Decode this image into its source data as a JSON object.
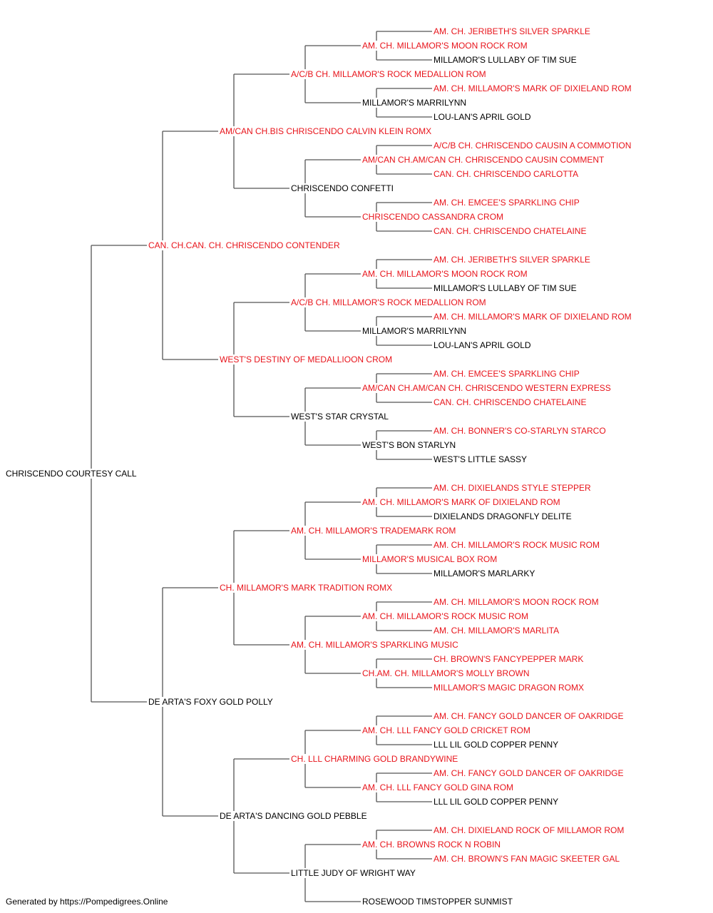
{
  "colors": {
    "champion": "#e8141b",
    "non_champion": "#000000",
    "line": "#555555"
  },
  "footer": "Generated by https://Pompedigrees.Online",
  "pedigree": {
    "name": "CHRISCENDO COURTESY CALL",
    "champion": false,
    "sire": {
      "name": "CAN. CH.CAN. CH. CHRISCENDO CONTENDER",
      "champion": true,
      "sire": {
        "name": "AM/CAN CH.BIS CHRISCENDO CALVIN KLEIN ROMX",
        "champion": true,
        "sire": {
          "name": "A/C/B CH. MILLAMOR'S ROCK MEDALLION ROM",
          "champion": true,
          "sire": {
            "name": "AM. CH. MILLAMOR'S MOON ROCK ROM",
            "champion": true,
            "sire": {
              "name": "AM. CH. JERIBETH'S SILVER SPARKLE",
              "champion": true
            },
            "dam": {
              "name": "MILLAMOR'S LULLABY OF TIM SUE",
              "champion": false
            }
          },
          "dam": {
            "name": "MILLAMOR'S MARRILYNN",
            "champion": false,
            "sire": {
              "name": "AM. CH. MILLAMOR'S MARK OF DIXIELAND ROM",
              "champion": true
            },
            "dam": {
              "name": "LOU-LAN'S APRIL GOLD",
              "champion": false
            }
          }
        },
        "dam": {
          "name": "CHRISCENDO CONFETTI",
          "champion": false,
          "sire": {
            "name": "AM/CAN CH.AM/CAN CH. CHRISCENDO CAUSIN COMMENT",
            "champion": true,
            "sire": {
              "name": "A/C/B CH. CHRISCENDO CAUSIN A COMMOTION",
              "champion": true
            },
            "dam": {
              "name": "CAN. CH. CHRISCENDO CARLOTTA",
              "champion": true
            }
          },
          "dam": {
            "name": "CHRISCENDO CASSANDRA CROM",
            "champion": true,
            "sire": {
              "name": "AM. CH. EMCEE'S SPARKLING CHIP",
              "champion": true
            },
            "dam": {
              "name": "CAN. CH. CHRISCENDO CHATELAINE",
              "champion": true
            }
          }
        }
      },
      "dam": {
        "name": "WEST'S DESTINY OF MEDALLIOON CROM",
        "champion": true,
        "sire": {
          "name": "A/C/B CH. MILLAMOR'S ROCK MEDALLION ROM",
          "champion": true,
          "sire": {
            "name": "AM. CH. MILLAMOR'S MOON ROCK ROM",
            "champion": true,
            "sire": {
              "name": "AM. CH. JERIBETH'S SILVER SPARKLE",
              "champion": true
            },
            "dam": {
              "name": "MILLAMOR'S LULLABY OF TIM SUE",
              "champion": false
            }
          },
          "dam": {
            "name": "MILLAMOR'S MARRILYNN",
            "champion": false,
            "sire": {
              "name": "AM. CH. MILLAMOR'S MARK OF DIXIELAND ROM",
              "champion": true
            },
            "dam": {
              "name": "LOU-LAN'S APRIL GOLD",
              "champion": false
            }
          }
        },
        "dam": {
          "name": "WEST'S STAR CRYSTAL",
          "champion": false,
          "sire": {
            "name": "AM/CAN CH.AM/CAN CH. CHRISCENDO WESTERN EXPRESS",
            "champion": true,
            "sire": {
              "name": "AM. CH. EMCEE'S SPARKLING CHIP",
              "champion": true
            },
            "dam": {
              "name": "CAN. CH. CHRISCENDO CHATELAINE",
              "champion": true
            }
          },
          "dam": {
            "name": "WEST'S BON STARLYN",
            "champion": false,
            "sire": {
              "name": "AM. CH. BONNER'S CO-STARLYN STARCO",
              "champion": true
            },
            "dam": {
              "name": "WEST'S LITTLE SASSY",
              "champion": false
            }
          }
        }
      }
    },
    "dam": {
      "name": "DE ARTA'S FOXY GOLD POLLY",
      "champion": false,
      "sire": {
        "name": "CH. MILLAMOR'S MARK TRADITION ROMX",
        "champion": true,
        "sire": {
          "name": "AM. CH. MILLAMOR'S TRADEMARK ROM",
          "champion": true,
          "sire": {
            "name": "AM. CH. MILLAMOR'S MARK OF DIXIELAND ROM",
            "champion": true,
            "sire": {
              "name": "AM. CH. DIXIELANDS STYLE STEPPER",
              "champion": true
            },
            "dam": {
              "name": "DIXIELANDS DRAGONFLY DELITE",
              "champion": false
            }
          },
          "dam": {
            "name": "MILLAMOR'S MUSICAL BOX ROM",
            "champion": true,
            "sire": {
              "name": "AM. CH. MILLAMOR'S ROCK MUSIC ROM",
              "champion": true
            },
            "dam": {
              "name": "MILLAMOR'S MARLARKY",
              "champion": false
            }
          }
        },
        "dam": {
          "name": "AM. CH. MILLAMOR'S SPARKLING MUSIC",
          "champion": true,
          "sire": {
            "name": "AM. CH. MILLAMOR'S ROCK MUSIC ROM",
            "champion": true,
            "sire": {
              "name": "AM. CH. MILLAMOR'S MOON ROCK ROM",
              "champion": true
            },
            "dam": {
              "name": "AM. CH. MILLAMOR'S MARLITA",
              "champion": true
            }
          },
          "dam": {
            "name": "CH.AM. CH. MILLAMOR'S MOLLY BROWN",
            "champion": true,
            "sire": {
              "name": "CH. BROWN'S FANCYPEPPER MARK",
              "champion": true
            },
            "dam": {
              "name": "MILLAMOR'S MAGIC DRAGON ROMX",
              "champion": true
            }
          }
        }
      },
      "dam": {
        "name": "DE ARTA'S DANCING GOLD PEBBLE",
        "champion": false,
        "sire": {
          "name": "CH. LLL CHARMING GOLD BRANDYWINE",
          "champion": true,
          "sire": {
            "name": "AM. CH. LLL FANCY GOLD CRICKET ROM",
            "champion": true,
            "sire": {
              "name": "AM. CH. FANCY GOLD DANCER OF OAKRIDGE",
              "champion": true
            },
            "dam": {
              "name": "LLL LIL GOLD COPPER PENNY",
              "champion": false
            }
          },
          "dam": {
            "name": "AM. CH. LLL FANCY GOLD GINA ROM",
            "champion": true,
            "sire": {
              "name": "AM. CH. FANCY GOLD DANCER OF OAKRIDGE",
              "champion": true
            },
            "dam": {
              "name": "LLL LIL GOLD COPPER PENNY",
              "champion": false
            }
          }
        },
        "dam": {
          "name": "LITTLE JUDY OF WRIGHT WAY",
          "champion": false,
          "sire": {
            "name": "AM. CH. BROWNS ROCK N ROBIN",
            "champion": true,
            "sire": {
              "name": "AM. CH. DIXIELAND ROCK OF MILLAMOR ROM",
              "champion": true
            },
            "dam": {
              "name": "AM. CH. BROWN'S FAN MAGIC SKEETER GAL",
              "champion": true
            }
          },
          "dam": {
            "name": "ROSEWOOD TIMSTOPPER SUNMIST",
            "champion": false
          }
        }
      }
    }
  }
}
